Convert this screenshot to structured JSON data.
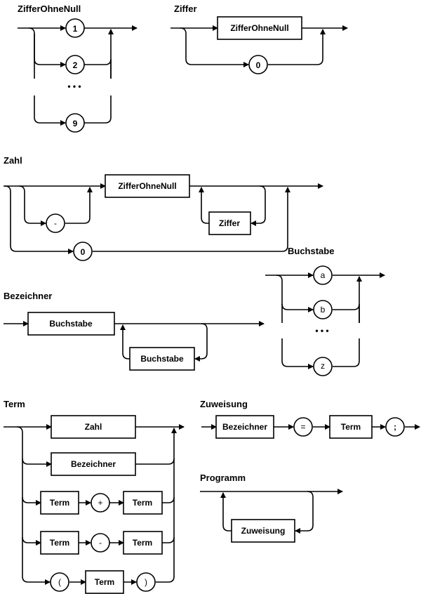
{
  "diagrams": {
    "ziffer_ohne_null": {
      "title": "ZifferOhneNull",
      "options": [
        "1",
        "2",
        "9"
      ],
      "ellipsis": "• • •"
    },
    "ziffer": {
      "title": "Ziffer",
      "box": "ZifferOhneNull",
      "alt": "0"
    },
    "zahl": {
      "title": "Zahl",
      "box": "ZifferOhneNull",
      "minus": "-",
      "repeat": "Ziffer",
      "zero": "0"
    },
    "bezeichner": {
      "title": "Bezeichner",
      "box": "Buchstabe",
      "repeat": "Buchstabe"
    },
    "buchstabe": {
      "title": "Buchstabe",
      "options": [
        "a",
        "b",
        "z"
      ],
      "ellipsis": "• • •"
    },
    "term": {
      "title": "Term",
      "zahl": "Zahl",
      "bezeichner": "Bezeichner",
      "term": "Term",
      "plus": "+",
      "minus": "-",
      "lparen": "(",
      "rparen": ")"
    },
    "zuweisung": {
      "title": "Zuweisung",
      "bezeichner": "Bezeichner",
      "equals": "=",
      "term": "Term",
      "semicolon": ";"
    },
    "programm": {
      "title": "Programm",
      "repeat": "Zuweisung"
    }
  }
}
